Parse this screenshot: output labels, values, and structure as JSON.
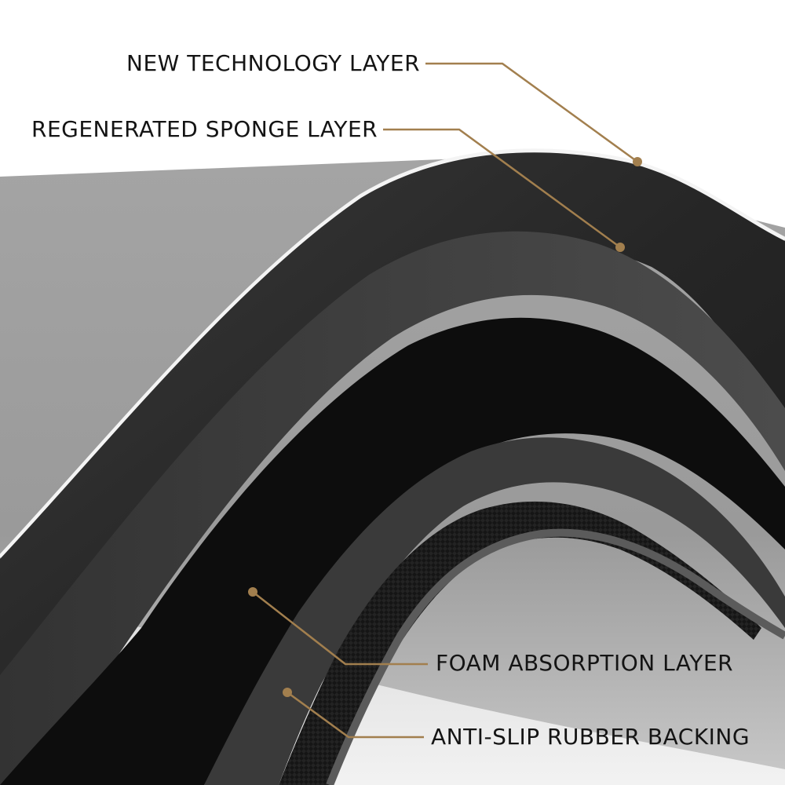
{
  "colors": {
    "leader": "#a27f4e",
    "label_text": "#141414",
    "background_gray": "#9a9a9a",
    "mat_surface": "#2c2c2c",
    "mat_edge": "#4a4a4a",
    "mat_cross_section": "#0c0c0c"
  },
  "callouts": {
    "new_technology_layer": "NEW TECHNOLOGY LAYER",
    "regenerated_sponge_layer": "REGENERATED SPONGE LAYER",
    "foam_absorption_layer": "FOAM ABSORPTION LAYER",
    "anti_slip_rubber_backing": "ANTI-SLIP RUBBER BACKING"
  }
}
